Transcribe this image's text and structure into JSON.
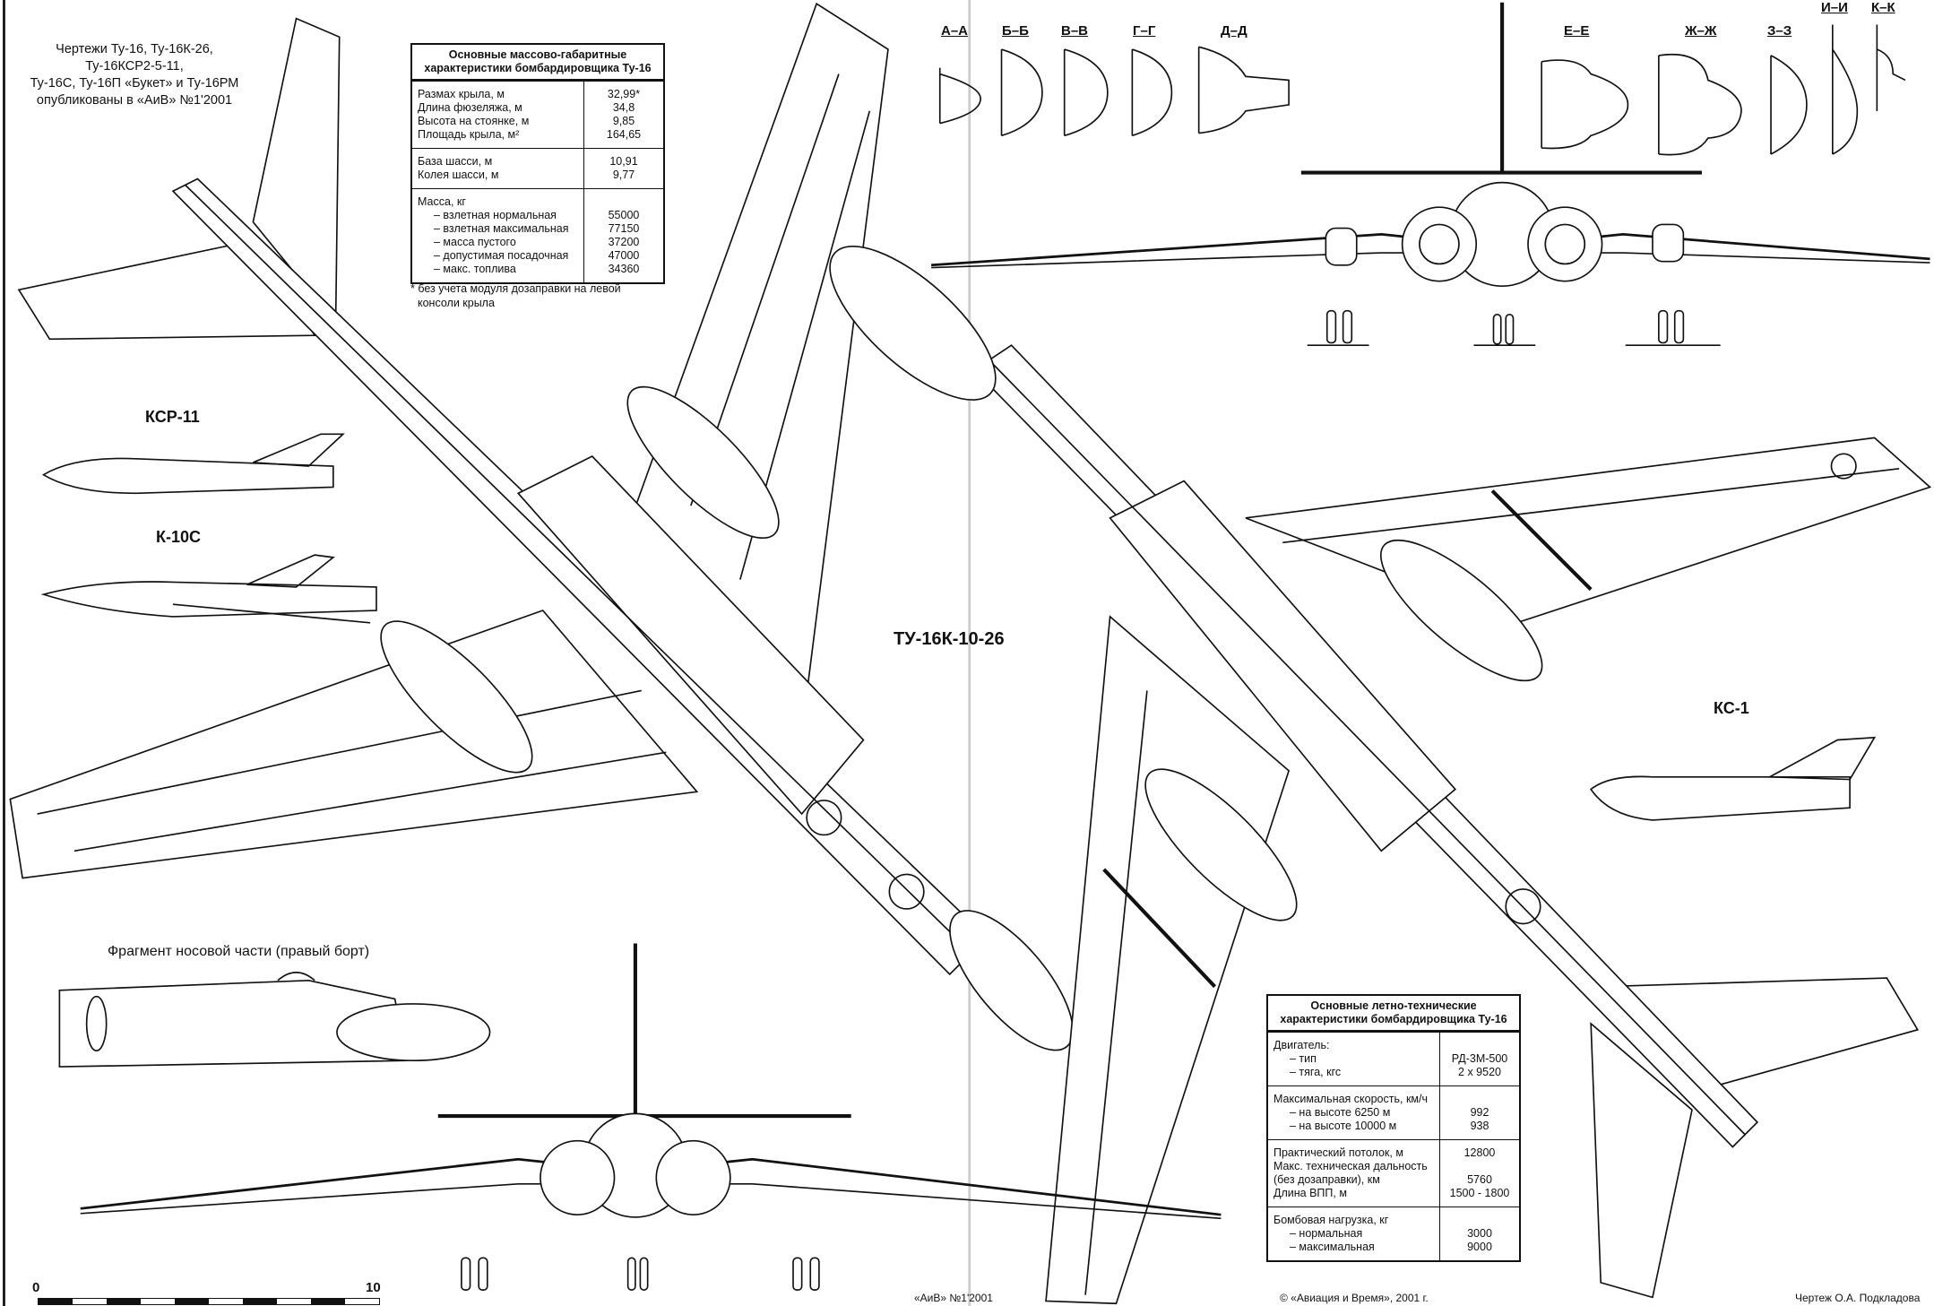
{
  "caption": [
    "Чертежи Ту-16, Ту-16К-26,",
    "Ту-16КСР2-5-11,",
    "Ту-16С, Ту-16П «Букет» и Ту-16РМ",
    "опубликованы в «АиВ» №1'2001"
  ],
  "labels": {
    "ksr11": "КСР-11",
    "k10s": "К-10С",
    "main": "ТУ-16К-10-26",
    "ks1": "КС-1",
    "nose_fragment": "Фрагмент носовой части (правый борт)"
  },
  "sections": [
    "А–А",
    "Б–Б",
    "В–В",
    "Г–Г",
    "Д–Д",
    "Е–Е",
    "Ж–Ж",
    "З–З",
    "И–И",
    "К–К"
  ],
  "scale": {
    "start": "0",
    "end": "10"
  },
  "table_mass": {
    "title": [
      "Основные массово-габаритные",
      "характеристики бомбардировщика Ту-16"
    ],
    "groups": [
      [
        {
          "label": "Размах крыла, м",
          "value": "32,99*"
        },
        {
          "label": "Длина фюзеляжа, м",
          "value": "34,8"
        },
        {
          "label": "Высота на стоянке, м",
          "value": "9,85"
        },
        {
          "label": "Площадь крыла, м²",
          "value": "164,65"
        }
      ],
      [
        {
          "label": "База шасси, м",
          "value": "10,91"
        },
        {
          "label": "Колея шасси, м",
          "value": "9,77"
        }
      ],
      [
        {
          "label": "Масса, кг",
          "value": ""
        },
        {
          "label": "– взлетная нормальная",
          "value": "55000",
          "indent": true
        },
        {
          "label": "– взлетная максимальная",
          "value": "77150",
          "indent": true
        },
        {
          "label": "– масса пустого",
          "value": "37200",
          "indent": true
        },
        {
          "label": "– допустимая посадочная",
          "value": "47000",
          "indent": true
        },
        {
          "label": "– макс. топлива",
          "value": "34360",
          "indent": true
        }
      ]
    ],
    "footnote": [
      "* без учета модуля дозаправки на левой",
      "консоли крыла"
    ]
  },
  "table_flight": {
    "title": [
      "Основные летно-технические",
      "характеристики бомбардировщика Ту-16"
    ],
    "groups": [
      [
        {
          "label": "Двигатель:",
          "value": ""
        },
        {
          "label": "– тип",
          "value": "РД-3М-500",
          "indent": true
        },
        {
          "label": "– тяга, кгс",
          "value": "2 х 9520",
          "indent": true
        }
      ],
      [
        {
          "label": "Максимальная скорость, км/ч",
          "value": ""
        },
        {
          "label": "– на высоте 6250 м",
          "value": "992",
          "indent": true
        },
        {
          "label": "– на высоте 10000 м",
          "value": "938",
          "indent": true
        }
      ],
      [
        {
          "label": "Практический потолок, м",
          "value": "12800"
        },
        {
          "label": "Макс. техническая дальность",
          "value": ""
        },
        {
          "label": "(без дозаправки), км",
          "value": "5760"
        },
        {
          "label": "Длина ВПП, м",
          "value": "1500 - 1800"
        }
      ],
      [
        {
          "label": "Бомбовая нагрузка, кг",
          "value": ""
        },
        {
          "label": "– нормальная",
          "value": "3000",
          "indent": true
        },
        {
          "label": "– максимальная",
          "value": "9000",
          "indent": true
        }
      ]
    ]
  },
  "footer": {
    "left": "«АиВ» №1'2001",
    "center": "© «Авиация и Время», 2001 г.",
    "right": "Чертеж О.А. Подкладова"
  }
}
